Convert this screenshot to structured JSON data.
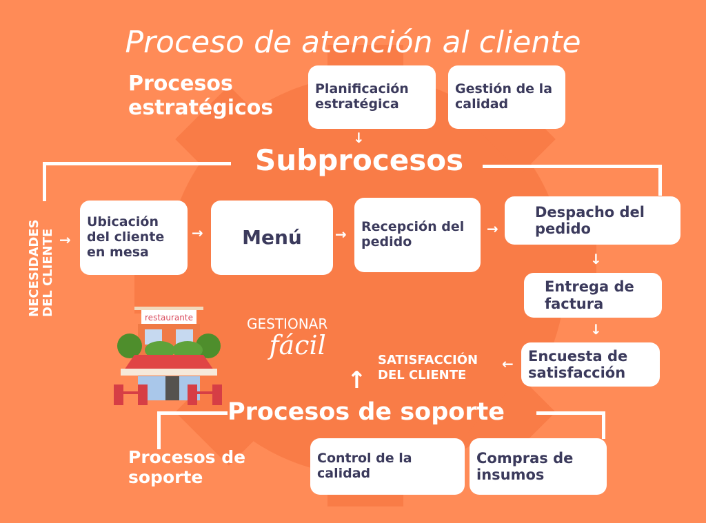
{
  "title": "Proceso de atención al cliente",
  "strategic_label": "Procesos estratégicos",
  "strategic": [
    "Planificación estratégica",
    "Gestión de la calidad"
  ],
  "subprocesses_title": "Subprocesos",
  "needs_label": [
    "NECESIDADES",
    "DEL CLIENTE"
  ],
  "steps": [
    "Ubicación del cliente en mesa",
    "Menú",
    "Recepción del pedido",
    "Despacho del pedido",
    "Entrega de factura",
    "Encuesta de satisfacción"
  ],
  "satisfaction_label": [
    "SATISFACCIÓN",
    "DEL CLIENTE"
  ],
  "support_title": "Procesos de soporte",
  "support_label": "Procesos de soporte",
  "support": [
    "Control de la calidad",
    "Compras de insumos"
  ],
  "restaurant_sign": "restaurante",
  "logo": {
    "top": "GESTIONAR",
    "bottom": "fácil"
  },
  "colors": {
    "background": "#FF8B57",
    "gear": "#F97C47",
    "text": "#3B3A5C"
  }
}
